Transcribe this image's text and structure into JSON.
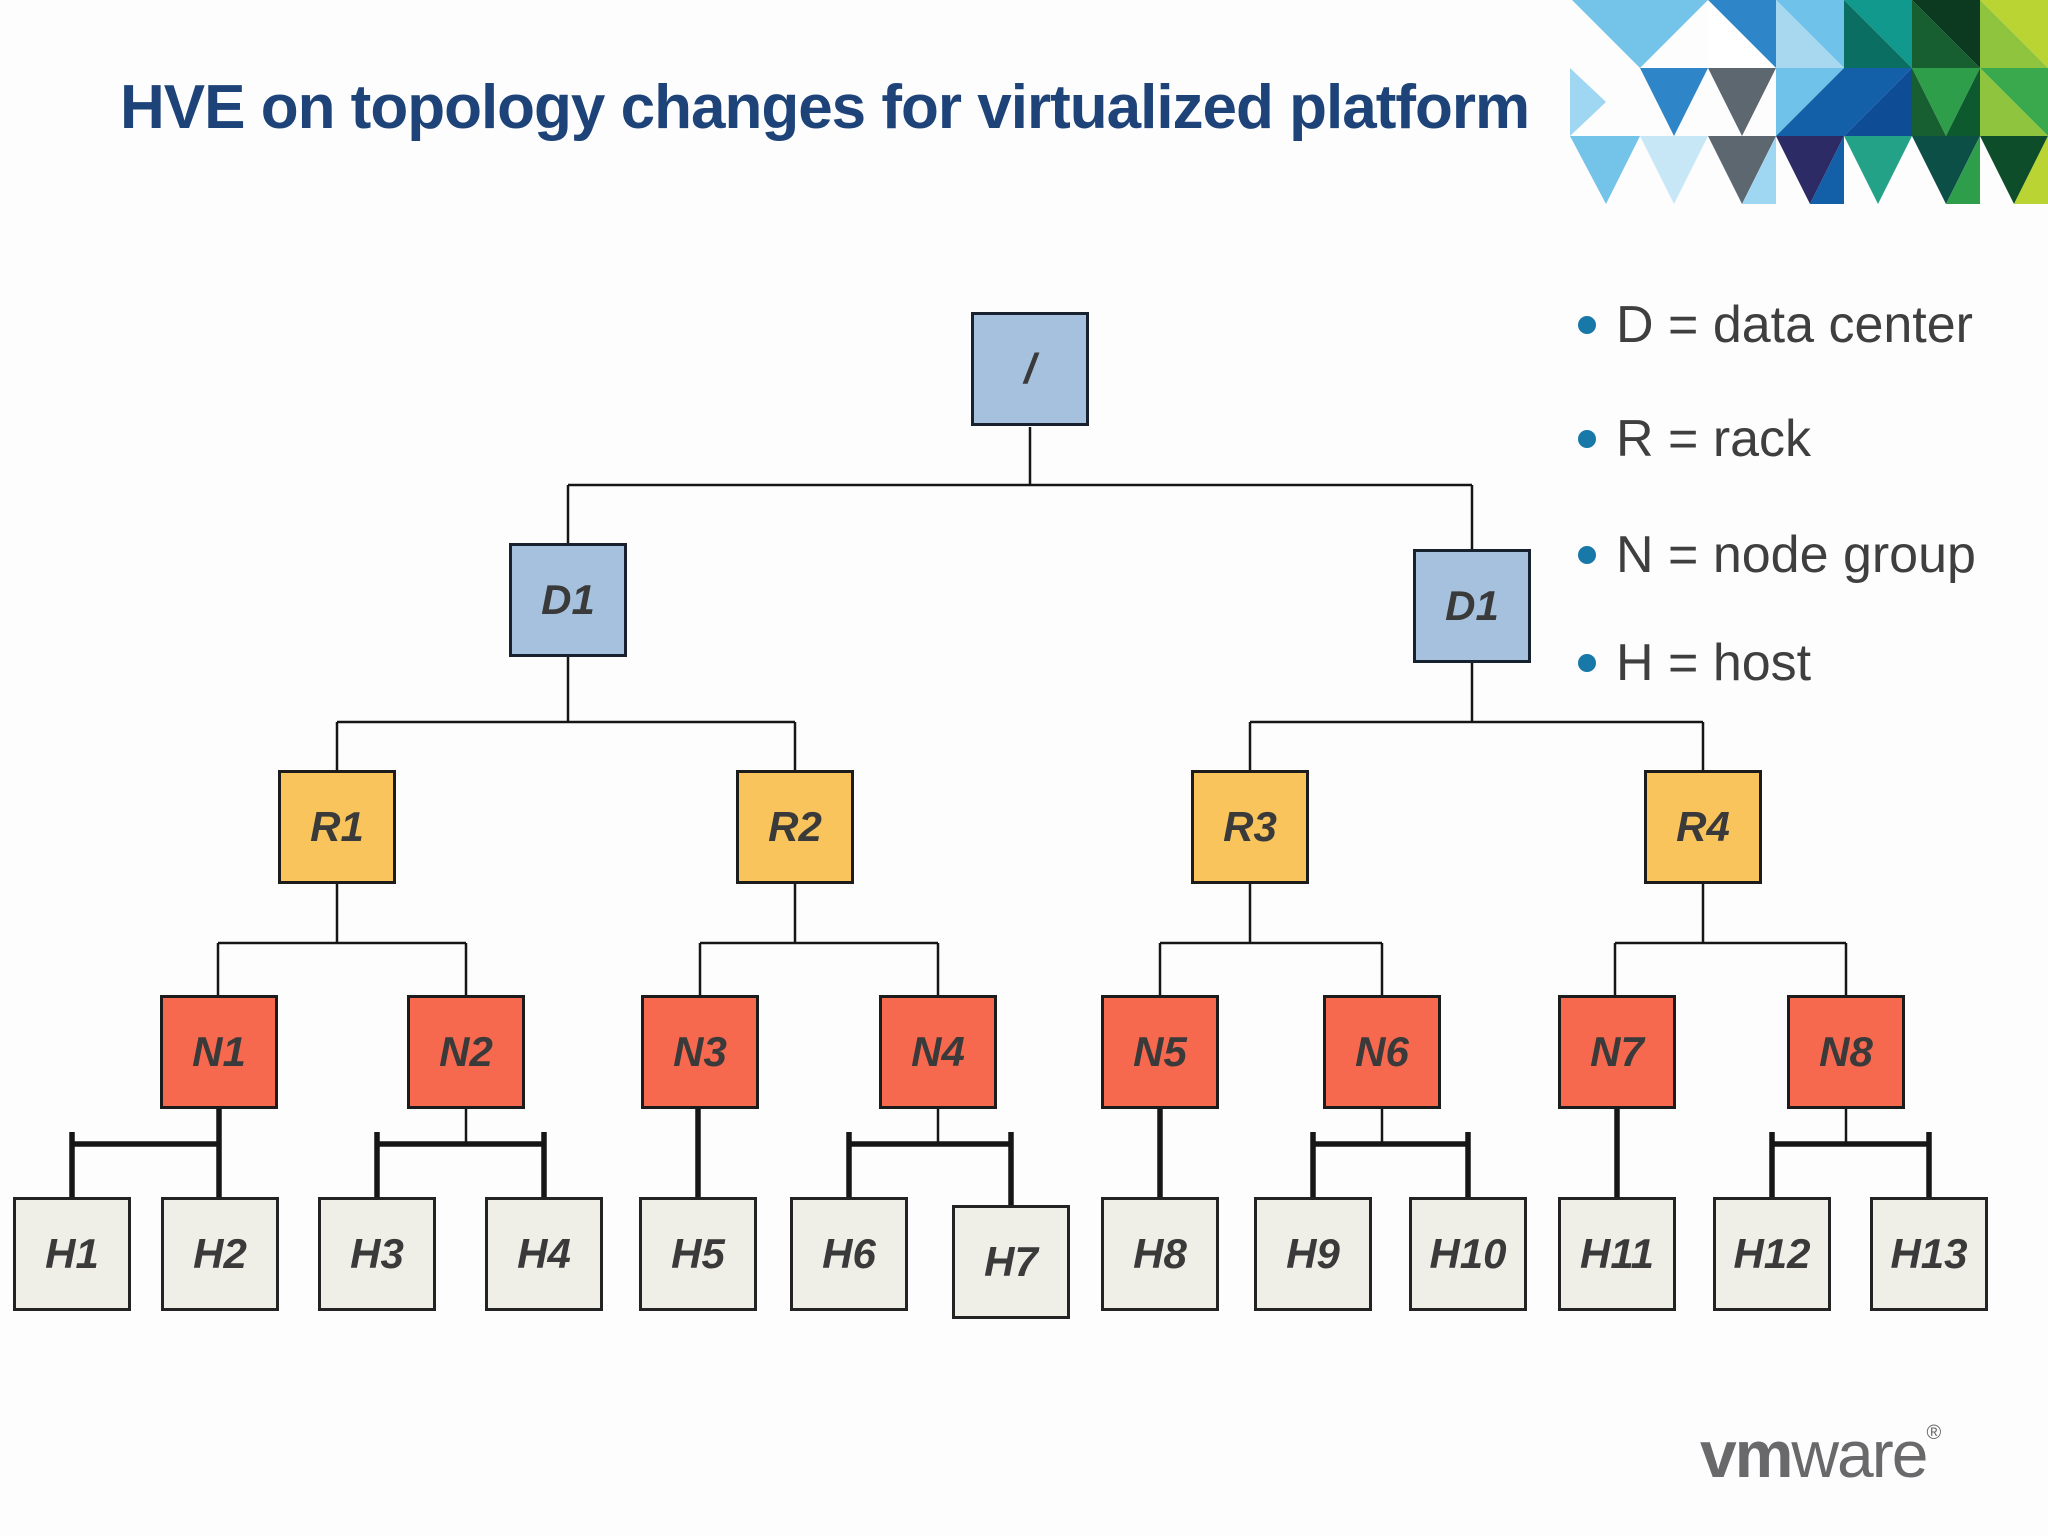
{
  "slide": {
    "title": "HVE on topology changes for virtualized platform"
  },
  "legend": {
    "bullet_color": "#1878a8",
    "items": [
      {
        "text": "D = data center"
      },
      {
        "text": "R = rack"
      },
      {
        "text": "N = node group"
      },
      {
        "text": "H = host"
      }
    ]
  },
  "colors": {
    "data_center_box": "#a6c1dd",
    "rack_box": "#f9c45c",
    "node_group_box": "#f6694e",
    "host_box": "#efefe8",
    "title_text": "#1d4379",
    "connector": "#161616",
    "logo_gray": "#69696c"
  },
  "diagram": {
    "type": "tree-topology",
    "nodes": {
      "root": {
        "label": "/",
        "kind": "root"
      },
      "d1a": {
        "label": "D1",
        "kind": "data center"
      },
      "d1b": {
        "label": "D1",
        "kind": "data center"
      },
      "r1": {
        "label": "R1",
        "kind": "rack"
      },
      "r2": {
        "label": "R2",
        "kind": "rack"
      },
      "r3": {
        "label": "R3",
        "kind": "rack"
      },
      "r4": {
        "label": "R4",
        "kind": "rack"
      },
      "n1": {
        "label": "N1",
        "kind": "node group"
      },
      "n2": {
        "label": "N2",
        "kind": "node group"
      },
      "n3": {
        "label": "N3",
        "kind": "node group"
      },
      "n4": {
        "label": "N4",
        "kind": "node group"
      },
      "n5": {
        "label": "N5",
        "kind": "node group"
      },
      "n6": {
        "label": "N6",
        "kind": "node group"
      },
      "n7": {
        "label": "N7",
        "kind": "node group"
      },
      "n8": {
        "label": "N8",
        "kind": "node group"
      },
      "h1": {
        "label": "H1",
        "kind": "host"
      },
      "h2": {
        "label": "H2",
        "kind": "host"
      },
      "h3": {
        "label": "H3",
        "kind": "host"
      },
      "h4": {
        "label": "H4",
        "kind": "host"
      },
      "h5": {
        "label": "H5",
        "kind": "host"
      },
      "h6": {
        "label": "H6",
        "kind": "host"
      },
      "h7": {
        "label": "H7",
        "kind": "host"
      },
      "h8": {
        "label": "H8",
        "kind": "host"
      },
      "h9": {
        "label": "H9",
        "kind": "host"
      },
      "h10": {
        "label": "H10",
        "kind": "host"
      },
      "h11": {
        "label": "H11",
        "kind": "host"
      },
      "h12": {
        "label": "H12",
        "kind": "host"
      },
      "h13": {
        "label": "H13",
        "kind": "host"
      }
    },
    "edges": [
      [
        "root",
        "d1a"
      ],
      [
        "root",
        "d1b"
      ],
      [
        "d1a",
        "r1"
      ],
      [
        "d1a",
        "r2"
      ],
      [
        "d1b",
        "r3"
      ],
      [
        "d1b",
        "r4"
      ],
      [
        "r1",
        "n1"
      ],
      [
        "r1",
        "n2"
      ],
      [
        "r2",
        "n3"
      ],
      [
        "r2",
        "n4"
      ],
      [
        "r3",
        "n5"
      ],
      [
        "r3",
        "n6"
      ],
      [
        "r4",
        "n7"
      ],
      [
        "r4",
        "n8"
      ],
      [
        "n1",
        "h1"
      ],
      [
        "n1",
        "h2"
      ],
      [
        "n2",
        "h3"
      ],
      [
        "n2",
        "h4"
      ],
      [
        "n3",
        "h5"
      ],
      [
        "n4",
        "h6"
      ],
      [
        "n4",
        "h7"
      ],
      [
        "n5",
        "h8"
      ],
      [
        "n6",
        "h9"
      ],
      [
        "n6",
        "h10"
      ],
      [
        "n7",
        "h11"
      ],
      [
        "n8",
        "h12"
      ],
      [
        "n8",
        "h13"
      ]
    ]
  },
  "logo": {
    "bold": "vm",
    "light": "ware",
    "reg": "®"
  }
}
